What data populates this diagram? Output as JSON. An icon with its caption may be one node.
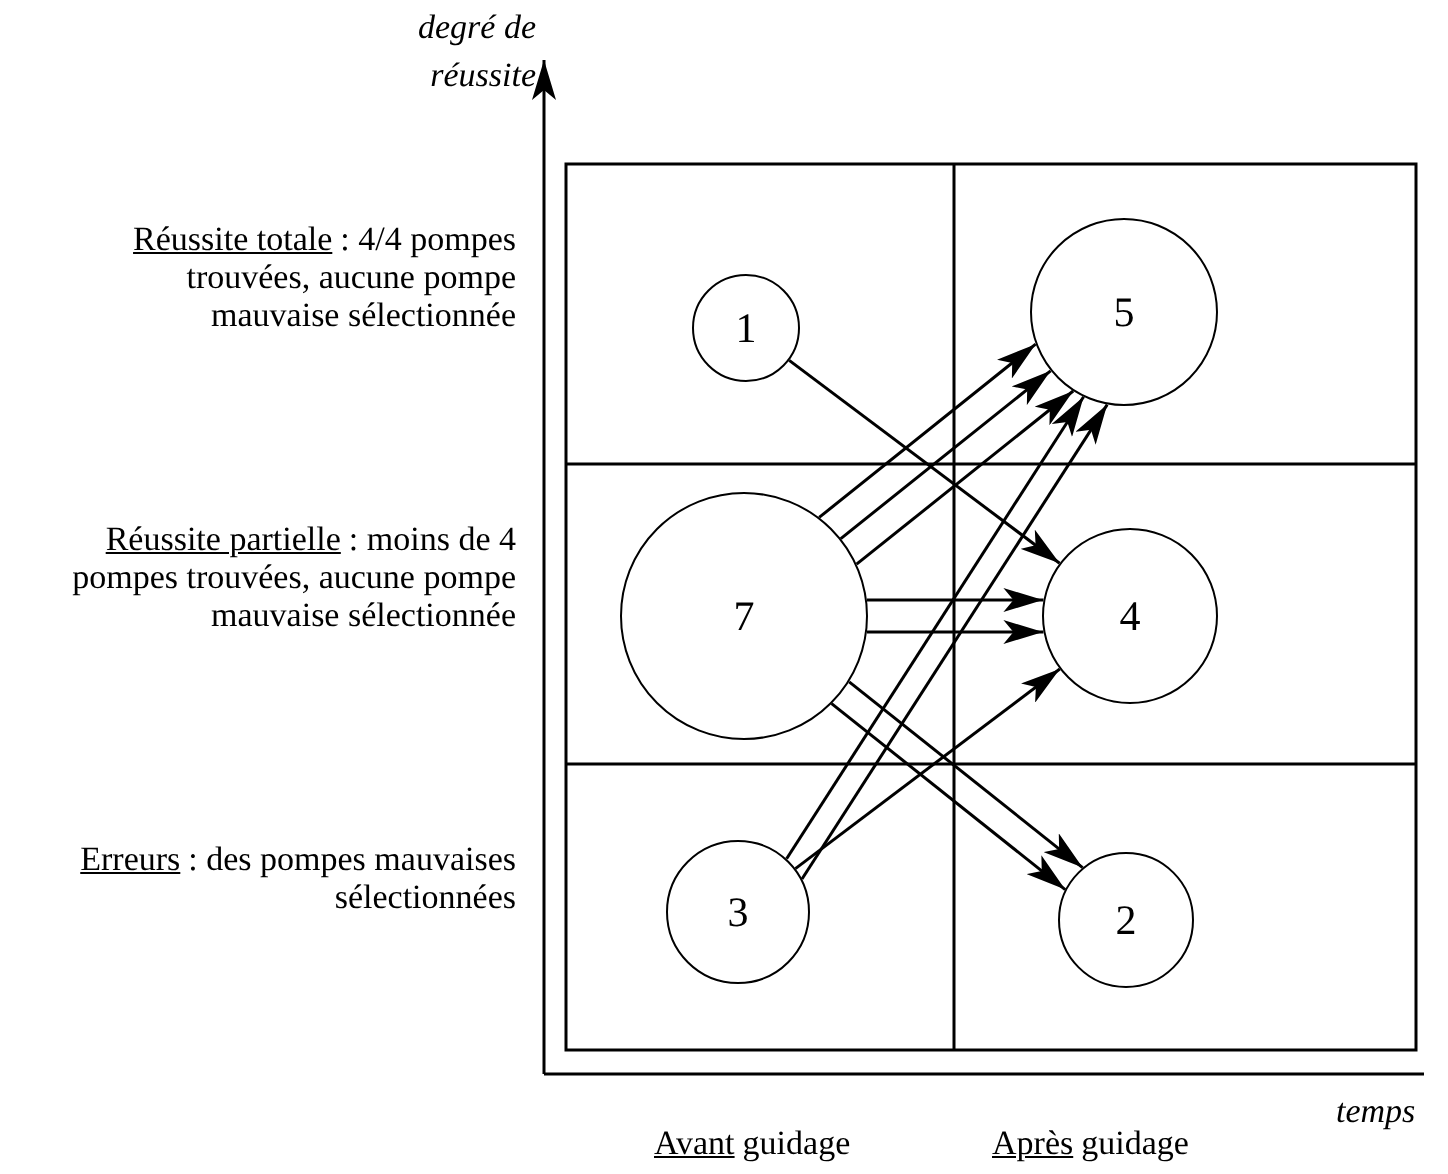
{
  "diagram": {
    "nodes": [
      {
        "text": [
          "1"
        ]
      },
      {
        "text": [
          "5"
        ]
      },
      {
        "text": [
          "7"
        ]
      },
      {
        "text": [
          "4"
        ]
      },
      {
        "text": [
          "3"
        ]
      },
      {
        "text": [
          "2"
        ]
      }
    ],
    "edges": [
      {
        "from": 0,
        "to": 3,
        "arrow": "to"
      },
      {
        "from": 2,
        "to": 1,
        "arrow": "to"
      },
      {
        "from": 2,
        "to": 1,
        "arrow": "to"
      },
      {
        "from": 2,
        "to": 1,
        "arrow": "to"
      },
      {
        "from": 2,
        "to": 3,
        "arrow": "to"
      },
      {
        "from": 2,
        "to": 3,
        "arrow": "to"
      },
      {
        "from": 2,
        "to": 5,
        "arrow": "to"
      },
      {
        "from": 2,
        "to": 5,
        "arrow": "to"
      },
      {
        "from": 4,
        "to": 1,
        "arrow": "to"
      },
      {
        "from": 4,
        "to": 1,
        "arrow": "to"
      },
      {
        "from": 4,
        "to": 3,
        "arrow": "to"
      }
    ],
    "labels": [
      "degré de réussite",
      "Réussite totale",
      ": 4/4 pompes trouvées, aucune pompe mauvaise sélectionnée",
      "Réussite partielle",
      ": moins de 4 pompes trouvées, aucune pompe mauvaise sélectionnée",
      "Erreurs",
      ": des pompes mauvaises sélectionnées",
      "temps",
      "Avant",
      "guidage",
      "Après",
      "guidage"
    ]
  }
}
